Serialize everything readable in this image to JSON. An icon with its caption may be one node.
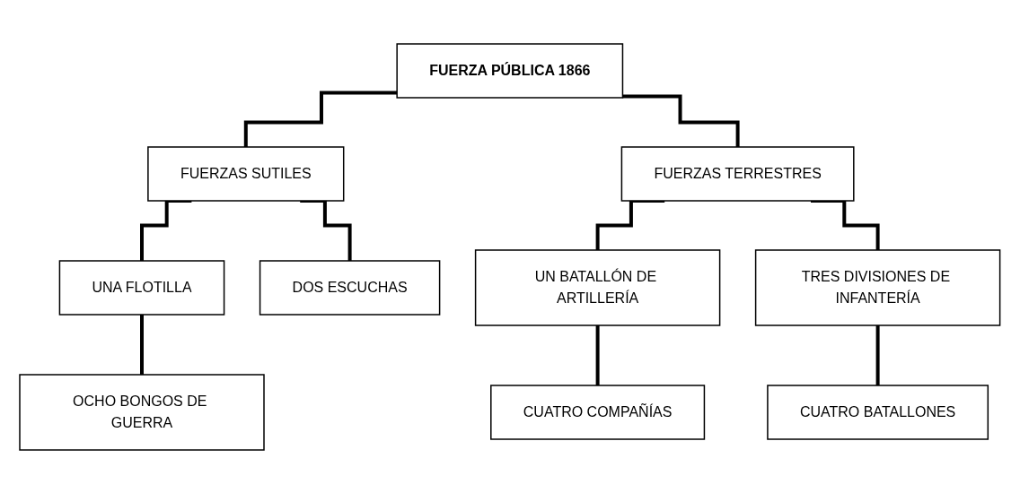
{
  "diagram": {
    "nodes": [
      {
        "text": [
          "FUERZA PÚBLICA 1866"
        ]
      },
      {
        "text": [
          "FUERZAS SUTILES"
        ]
      },
      {
        "text": [
          "FUERZAS TERRESTRES"
        ]
      },
      {
        "text": [
          "UNA FLOTILLA"
        ]
      },
      {
        "text": [
          "DOS ESCUCHAS"
        ]
      },
      {
        "text": [
          "UN BATALLÓN DE ARTILLERÍA"
        ]
      },
      {
        "text": [
          "TRES DIVISIONES DE INFANTERÍA"
        ]
      },
      {
        "text": [
          "OCHO BONGOS DE GUERRA"
        ]
      },
      {
        "text": [
          "CUATRO COMPAÑÍAS"
        ]
      },
      {
        "text": [
          "CUATRO BATALLONES"
        ]
      }
    ],
    "edges": [
      {
        "from": 0,
        "to": 1,
        "arrow": "none"
      },
      {
        "from": 0,
        "to": 2,
        "arrow": "none"
      },
      {
        "from": 1,
        "to": 3,
        "arrow": "none"
      },
      {
        "from": 1,
        "to": 4,
        "arrow": "none"
      },
      {
        "from": 2,
        "to": 5,
        "arrow": "none"
      },
      {
        "from": 2,
        "to": 6,
        "arrow": "none"
      },
      {
        "from": 3,
        "to": 7,
        "arrow": "none"
      },
      {
        "from": 5,
        "to": 8,
        "arrow": "none"
      },
      {
        "from": 6,
        "to": 9,
        "arrow": "none"
      }
    ]
  }
}
